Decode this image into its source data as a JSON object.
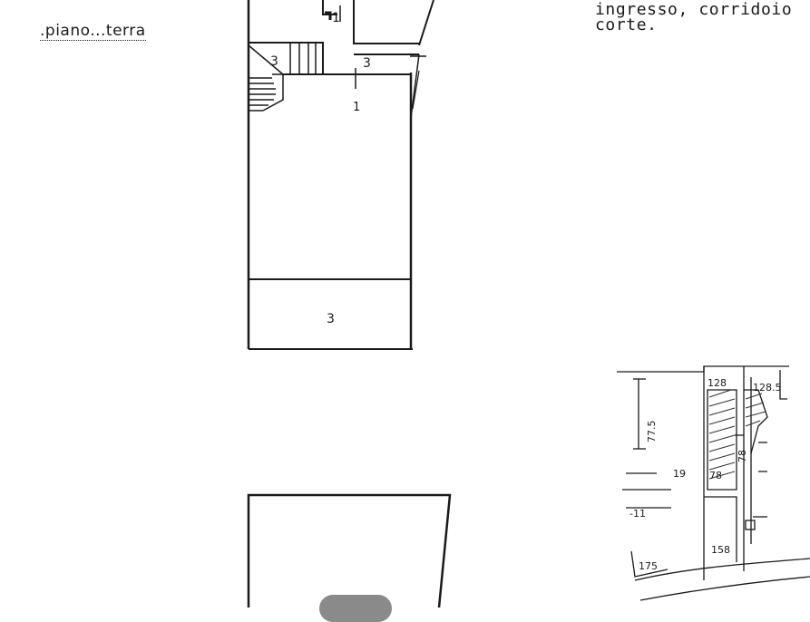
{
  "plan": {
    "floor_label": ".piano...terra",
    "legend_line1": "ingresso, corridoio",
    "legend_line2": "corte."
  },
  "rooms": {
    "top_small_1": "1",
    "stair_3": "3",
    "landing_3": "3",
    "main_1": "1",
    "yard_3": "3"
  },
  "section": {
    "dims": [
      "128",
      "128.5",
      "77.5",
      "19",
      "78",
      "78",
      "-11",
      "158",
      "175"
    ]
  }
}
